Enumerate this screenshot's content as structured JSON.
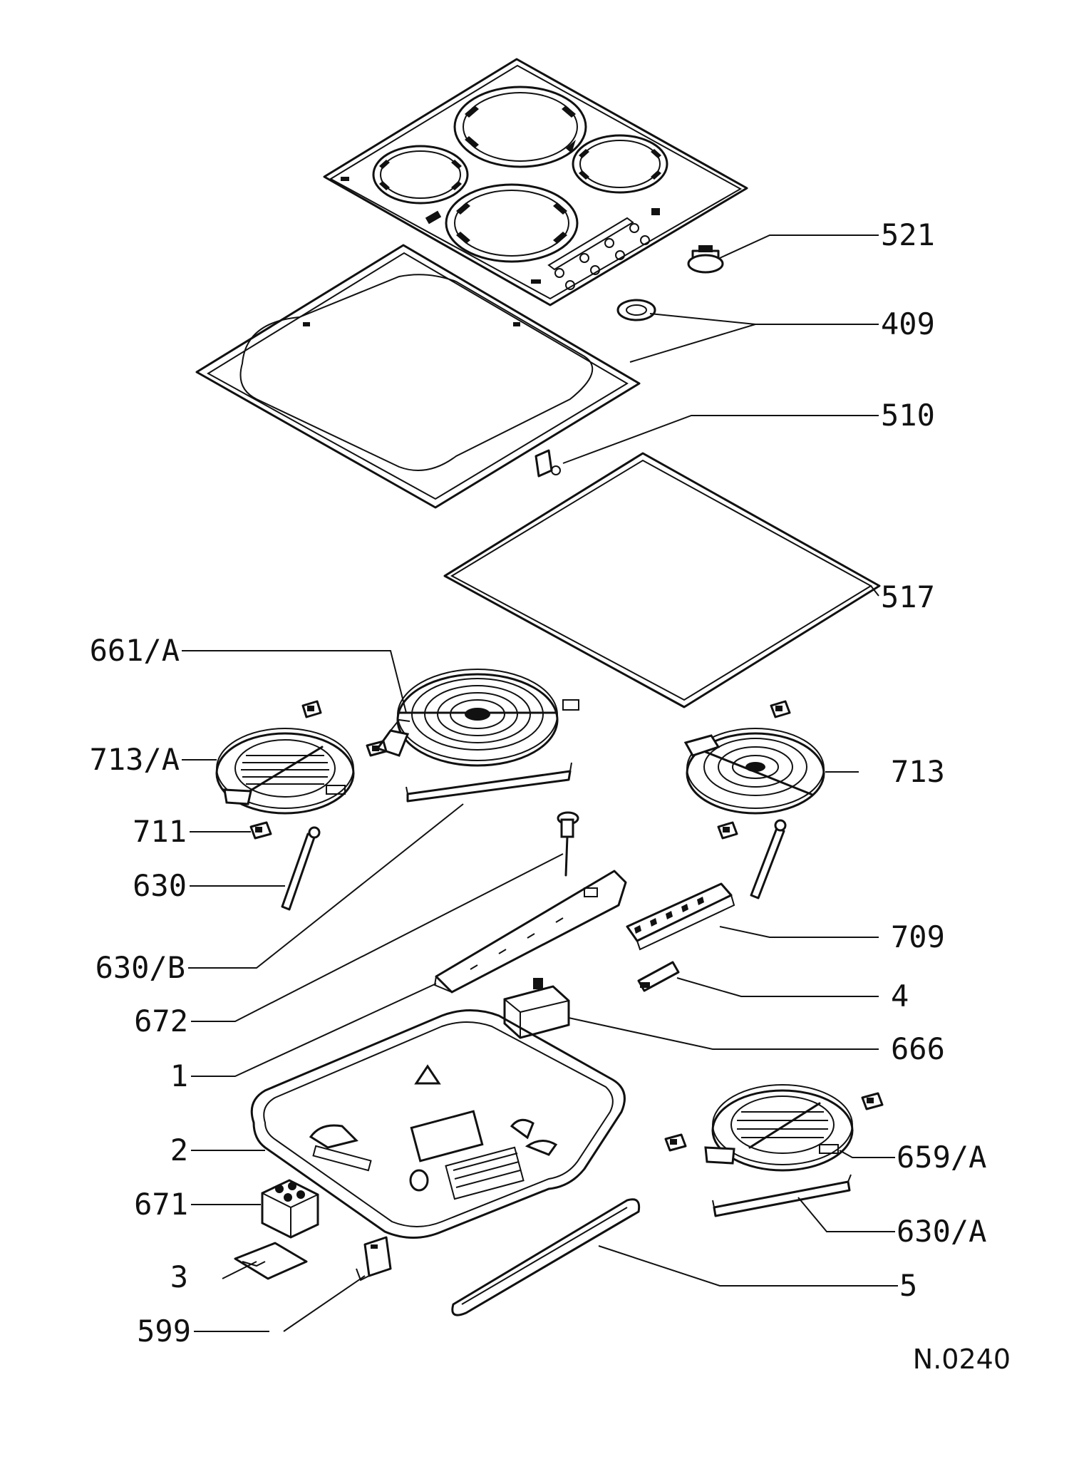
{
  "labels": {
    "l521": "521",
    "l409": "409",
    "l510": "510",
    "l517": "517",
    "l661A": "661/A",
    "l713A": "713/A",
    "l713": "713",
    "l711": "711",
    "l630": "630",
    "l630B": "630/B",
    "l709": "709",
    "l672": "672",
    "l4": "4",
    "l666": "666",
    "l1": "1",
    "l2": "2",
    "l659A": "659/A",
    "l671": "671",
    "l630A": "630/A",
    "l3": "3",
    "l5": "5",
    "l599": "599"
  },
  "doc_number": "N.0240"
}
